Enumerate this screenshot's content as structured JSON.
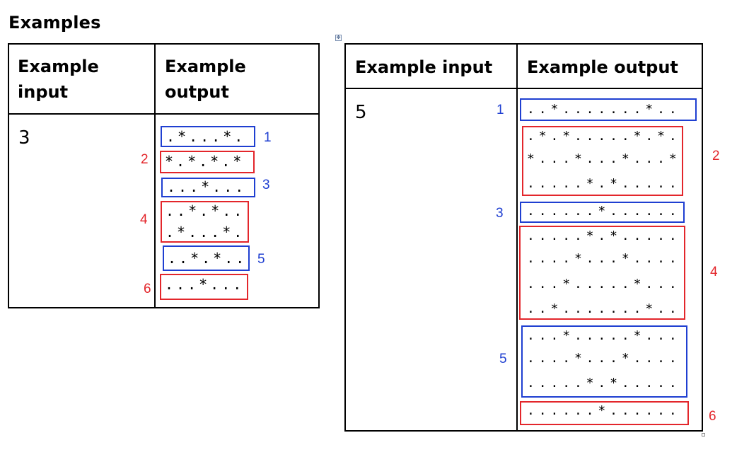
{
  "title": "Examples",
  "left_table": {
    "header_input": "Example\ninput",
    "header_output": "Example\noutput",
    "input": "3",
    "rows": [
      ".*...*.",
      "*.*.*.*",
      "...*...",
      "..*.*..",
      ".*...*.",
      "..*.*..",
      "...*..."
    ],
    "labels": [
      "1",
      "2",
      "3",
      "4",
      "5",
      "6"
    ]
  },
  "right_table": {
    "header_input": "Example input",
    "header_output": "Example output",
    "input": "5",
    "rows": [
      "..*.......*..",
      ".*.*.....*.*.",
      "*...*...*...*",
      ".....*.*.....",
      "......*......",
      ".....*.*.....",
      "....*...*....",
      "...*.....*...",
      "..*.......*..",
      "...*.....*...",
      "....*...*....",
      ".....*.*.....",
      "......*......"
    ],
    "labels": [
      "1",
      "2",
      "3",
      "4",
      "5",
      "6"
    ]
  },
  "colors": {
    "blue": "#1f3fd1",
    "red": "#e3262b"
  }
}
